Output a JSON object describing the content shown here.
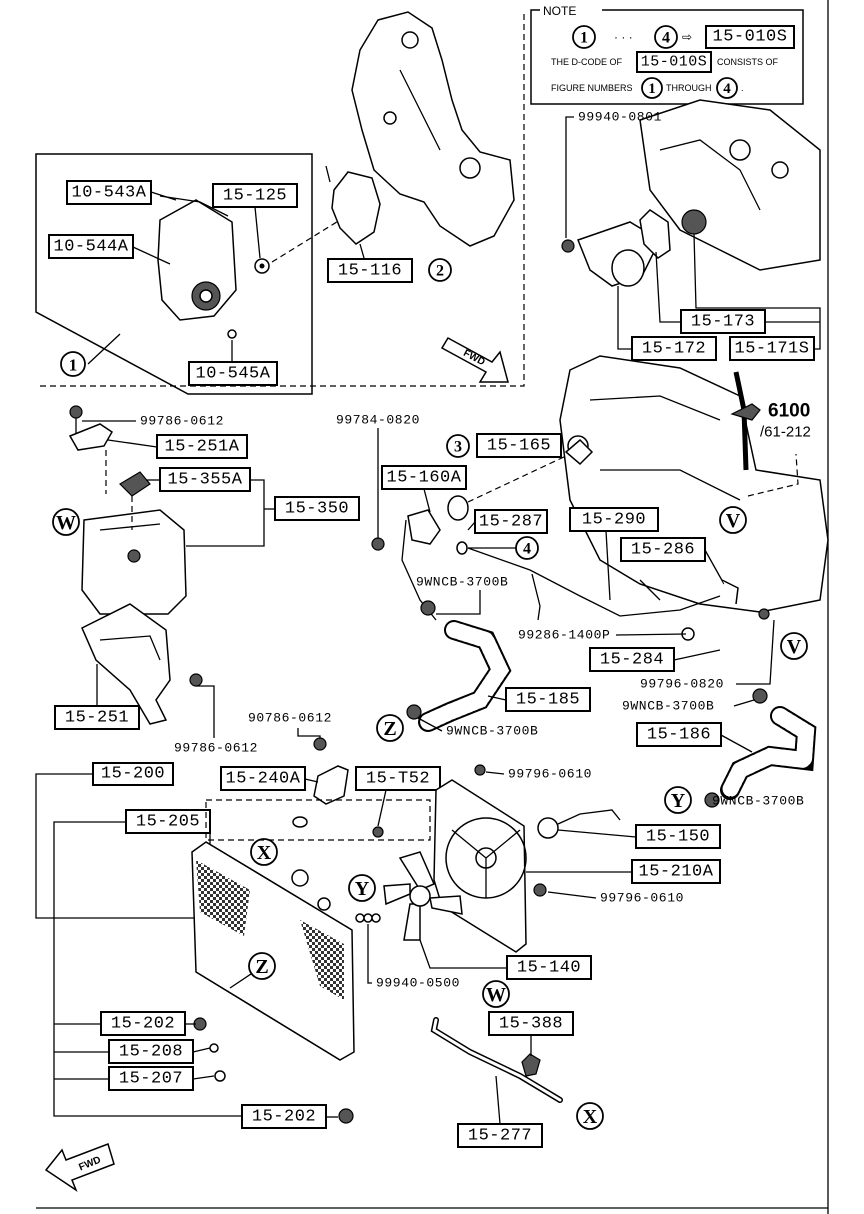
{
  "note": {
    "title": "NOTE",
    "circle_first": "1",
    "dots": "· · ·",
    "circle_last": "4",
    "arrow": "⇨",
    "code": "15-010S",
    "line2_pre": "THE D-CODE OF",
    "line2_code": "15-010S",
    "line2_post": "CONSISTS OF",
    "line3_pre": "FIGURE NUMBERS",
    "line3_from": "1",
    "line3_mid": "THROUGH",
    "line3_to": "4",
    "line3_end": "."
  },
  "labels": {
    "l_10543A": "10-543A",
    "l_15125": "15-125",
    "l_10544A": "10-544A",
    "l_15116": "15-116",
    "l_10545A": "10-545A",
    "l_15173": "15-173",
    "l_15172": "15-172",
    "l_15171S": "15-171S",
    "l_15251A": "15-251A",
    "l_15355A": "15-355A",
    "l_15350": "15-350",
    "l_15165": "15-165",
    "l_15160A": "15-160A",
    "l_15287": "15-287",
    "l_15290": "15-290",
    "l_15286": "15-286",
    "l_15284": "15-284",
    "l_15185": "15-185",
    "l_15186": "15-186",
    "l_15251": "15-251",
    "l_15200": "15-200",
    "l_15240A": "15-240A",
    "l_15T52": "15-T52",
    "l_15205": "15-205",
    "l_15150": "15-150",
    "l_15210A": "15-210A",
    "l_15140": "15-140",
    "l_15202a": "15-202",
    "l_15208": "15-208",
    "l_15207": "15-207",
    "l_15202b": "15-202",
    "l_15388": "15-388",
    "l_15277": "15-277"
  },
  "refs": {
    "r_99940_0801": "99940-0801",
    "r_99786_0612a": "99786-0612",
    "r_99784_0820": "99784-0820",
    "r_9wncb_a": "9WNCB-3700B",
    "r_99286_1400P": "99286-1400P",
    "r_99796_0820": "99796-0820",
    "r_9wncb_b": "9WNCB-3700B",
    "r_9wncb_c": "9WNCB-3700B",
    "r_9wncb_d": "9WNCB-3700B",
    "r_99786_0612b": "99786-0612",
    "r_90786_0612": "90786-0612",
    "r_99796_0610a": "99796-0610",
    "r_99796_0610b": "99796-0610",
    "r_99940_0500": "99940-0500"
  },
  "circles": {
    "c1": "1",
    "c2": "2",
    "c3": "3",
    "c4": "4",
    "cW1": "W",
    "cW2": "W",
    "cV1": "V",
    "cV2": "V",
    "cZ1": "Z",
    "cZ2": "Z",
    "cY1": "Y",
    "cY2": "Y",
    "cX1": "X",
    "cX2": "X"
  },
  "ref_group": {
    "code": "6100",
    "sub": "/61-212"
  },
  "fwd": {
    "top": "FWD",
    "bottom": "FWD"
  }
}
